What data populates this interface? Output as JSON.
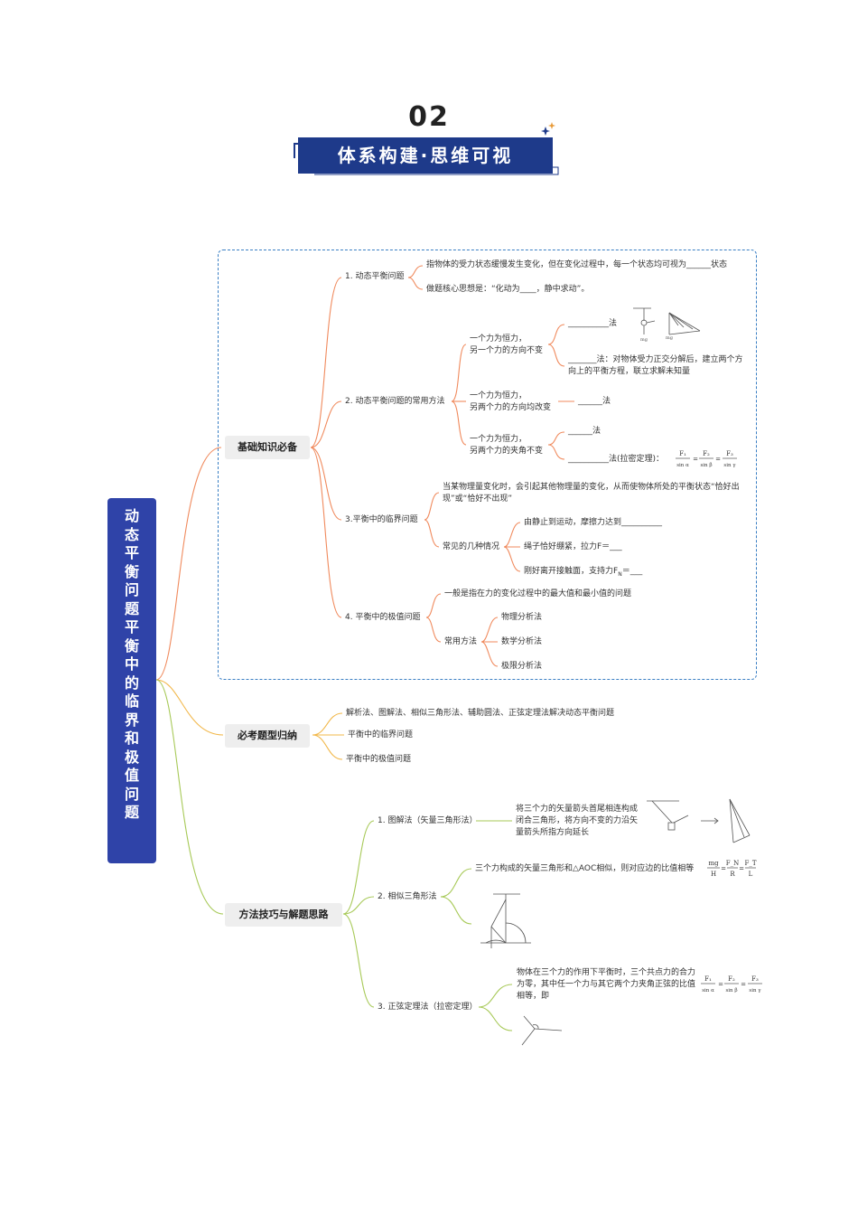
{
  "header": {
    "number": "02",
    "title": "体系构建·思维可视"
  },
  "root": {
    "title": "动态平衡问题 平衡中的临界和极值问题"
  },
  "basic": {
    "label": "基础知识必备",
    "dynamic": {
      "label": "1. 动态平衡问题",
      "def": "指物体的受力状态缓慢发生变化，但在变化过程中，每一个状态均可视为______状态",
      "core": "做题核心思想是：“化动为____，静中求动”。"
    },
    "methods": {
      "label": "2. 动态平衡问题的常用方法",
      "c1": "一个力为恒力，\n另一个力的方向不变",
      "c1a": "__________法",
      "c1b": "_______法：对物体受力正交分解后，建立两个方向上的平衡方程，联立求解未知量",
      "c2": "一个力为恒力，\n另两个力的方向均改变",
      "c2a": "______法",
      "c3": "一个力为恒力，\n另两个力的夹角不变",
      "c3a": "______法",
      "c3b": "__________法(拉密定理)："
    },
    "critical": {
      "label": "3.平衡中的临界问题",
      "def": "当某物理量变化时，会引起其他物理量的变化，从而使物体所处的平衡状态“恰好出现”或“恰好不出现”",
      "cases": "常见的几种情况",
      "k1": "由静止到运动，摩擦力达到__________",
      "k2": "绳子恰好绷紧，拉力F＝___",
      "k3": "刚好离开接触面，支持力F",
      "k3sub": "N",
      "k3end": "＝___"
    },
    "extreme": {
      "label": "4. 平衡中的极值问题",
      "def": "一般是指在力的变化过程中的最大值和最小值的问题",
      "common": "常用方法",
      "m1": "物理分析法",
      "m2": "数学分析法",
      "m3": "极限分析法"
    }
  },
  "types": {
    "label": "必考题型归纳",
    "t1": "解析法、图解法、相似三角形法、辅助圆法、正弦定理法解决动态平衡问题",
    "t2": "平衡中的临界问题",
    "t3": "平衡中的极值问题"
  },
  "skills": {
    "label": "方法技巧与解题思路",
    "s1": "1. 图解法（矢量三角形法）",
    "s1d": "将三个力的矢量箭头首尾相连构成闭合三角形，将方向不变的力沿矢量箭头所指方向延长",
    "s2": "2. 相似三角形法",
    "s2d": "三个力构成的矢量三角形和△AOC相似，则对应边的比值相等",
    "s3": "3. 正弦定理法（拉密定理）",
    "s3d": "物体在三个力的作用下平衡时，三个共点力的合力为零，其中任一个力与其它两个力夹角正弦的比值相等，即"
  },
  "formula": {
    "F1": "F₁",
    "F2": "F₂",
    "F3": "F₃",
    "sa": "sin α",
    "sb": "sin β",
    "sg": "sin γ",
    "mg": "mg",
    "H": "H",
    "FN": "F_N",
    "R": "R",
    "FT": "F_T",
    "L": "L",
    "eq": "="
  },
  "colors": {
    "navy": "#1e3a8a",
    "root": "#2f43a8",
    "orange": "#f08a5d",
    "amber": "#f2b84b",
    "green": "#a7c957",
    "dashed": "#3a7fc4"
  }
}
